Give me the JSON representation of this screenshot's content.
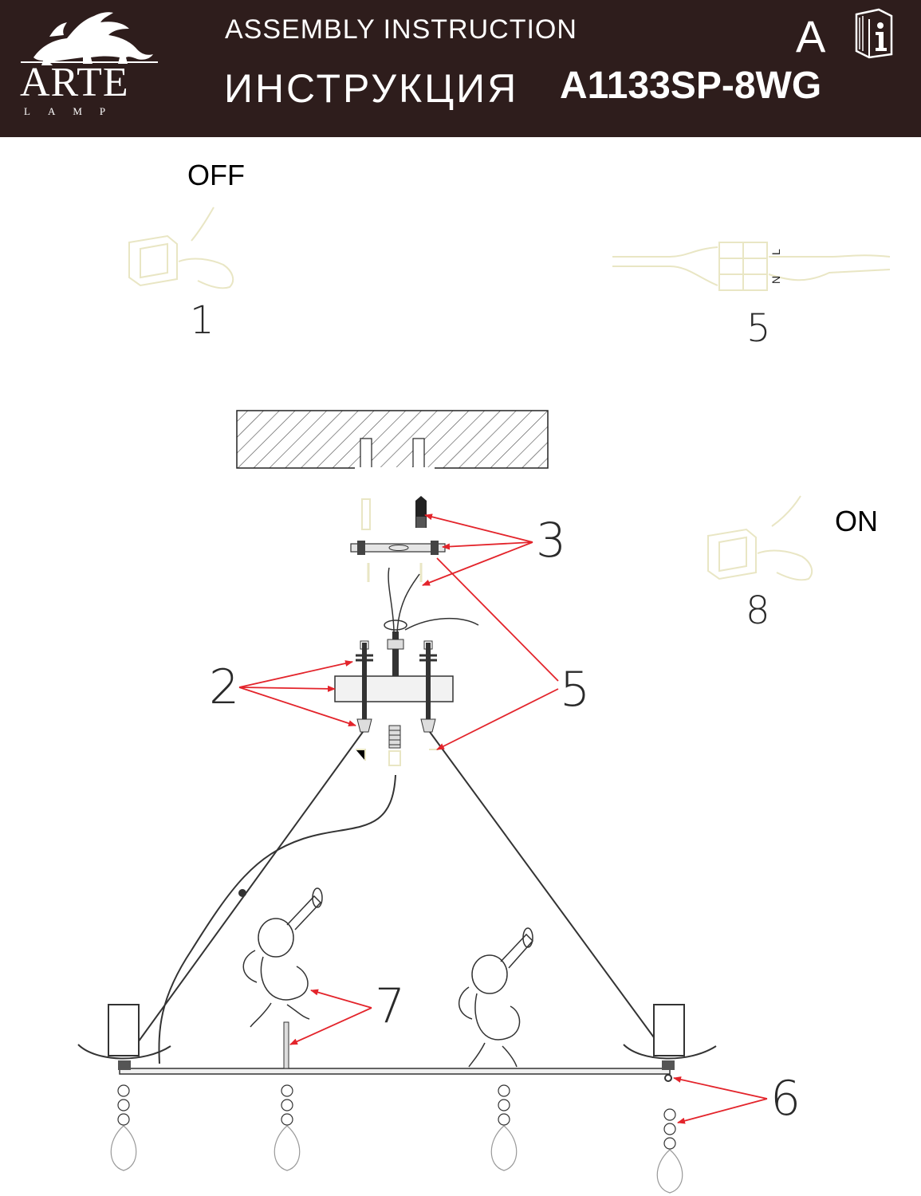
{
  "header": {
    "brand": "ARTE",
    "brand_sub": "LAMP",
    "title_en": "ASSEMBLY INSTRUCTION",
    "title_ru": "ИНСТРУКЦИЯ",
    "model": "A1133SP-8WG",
    "section_letter": "A"
  },
  "labels": {
    "off": "OFF",
    "on": "ON",
    "n": "N",
    "l": "L"
  },
  "steps": {
    "s1": "1",
    "s2": "2",
    "s3": "3",
    "s5a": "5",
    "s5b": "5",
    "s6": "6",
    "s7": "7",
    "s8": "8"
  },
  "colors": {
    "header_bg": "#2e1d1c",
    "arrow": "#e3242b",
    "faint_parts": "#e9e6c4"
  },
  "icons": [
    "griffin-logo",
    "info-manual-icon"
  ]
}
